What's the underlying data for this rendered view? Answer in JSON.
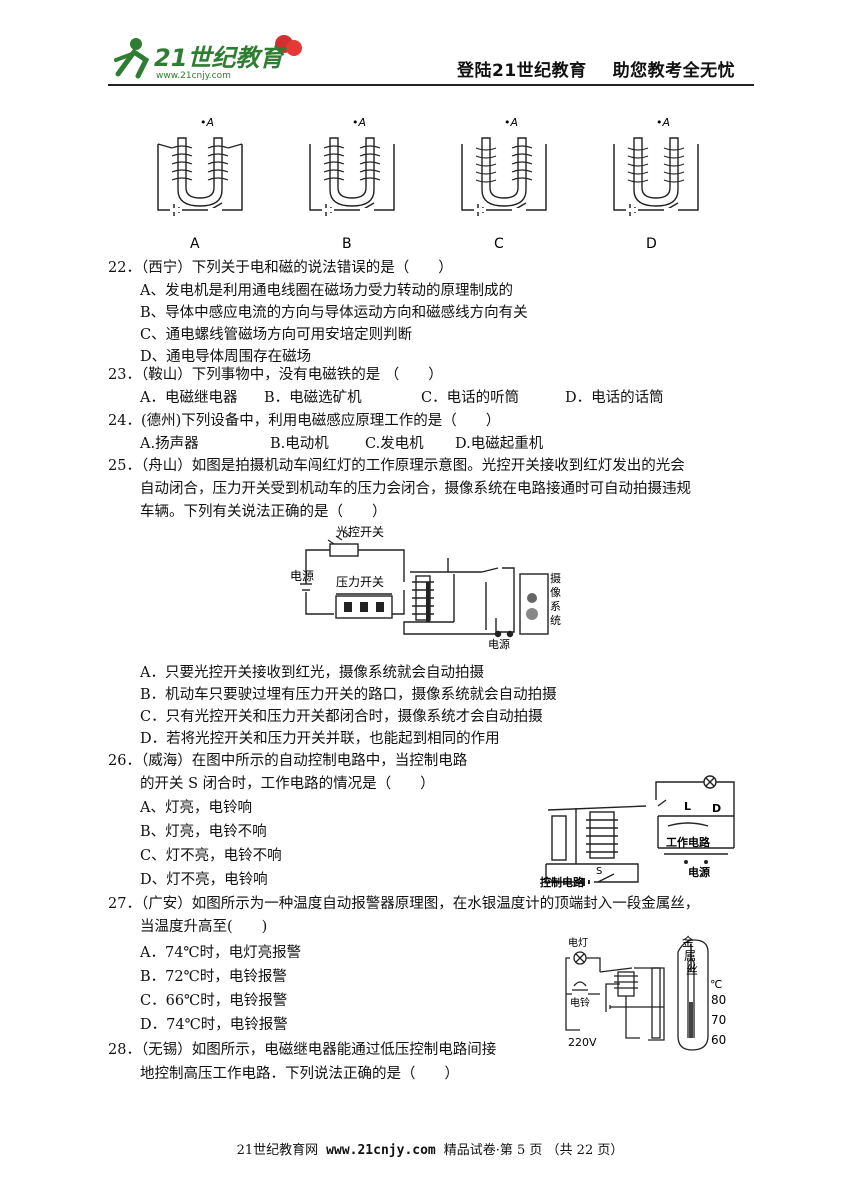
{
  "header": {
    "logo_text": "21世纪教育",
    "logo_url_text": "www.21cnjy.com",
    "left": "登陆21世纪教育",
    "right": "助您教考全无忧"
  },
  "fig_magnets": {
    "point_label": "•A",
    "labels": [
      "A",
      "B",
      "C",
      "D"
    ]
  },
  "q22": {
    "stem": "22．（西宁）下列关于电和磁的说法错误的是（　　）",
    "a": "A、发电机是利用通电线圈在磁场力受力转动的原理制成的",
    "b": "B、导体中感应电流的方向与导体运动方向和磁感线方向有关",
    "c": "C、通电螺线管磁场方向可用安培定则判断",
    "d": "D、通电导体周围存在磁场"
  },
  "q23": {
    "stem": "23．（鞍山）下列事物中，没有电磁铁的是 （　　）",
    "a": "A．电磁继电器",
    "b": "B．电磁选矿机",
    "c": "C．电话的听筒",
    "d": "D．电话的话筒"
  },
  "q24": {
    "stem": "24．(德州)下列设备中，利用电磁感应原理工作的是（　　）",
    "a": "A.扬声器",
    "b": "B.电动机",
    "c": "C.发电机",
    "d": "D.电磁起重机"
  },
  "q25": {
    "line1": "25．（舟山）如图是拍摄机动车闯红灯的工作原理示意图。光控开关接收到红灯发出的光会",
    "line2": "自动闭合，压力开关受到机动车的压力会闭合，摄像系统在电路接通时可自动拍摄违规",
    "line3": "车辆。下列有关说法正确的是（　　）",
    "fig": {
      "light_switch": "光控开关",
      "power_left": "电源",
      "pressure_switch": "压力开关",
      "camera": [
        "摄",
        "像",
        "系",
        "统"
      ],
      "power_bottom": "电源"
    },
    "a": "A．只要光控开关接收到红光，摄像系统就会自动拍摄",
    "b": "B．机动车只要驶过埋有压力开关的路口，摄像系统就会自动拍摄",
    "c": "C．只有光控开关和压力开关都闭合时，摄像系统才会自动拍摄",
    "d": "D．若将光控开关和压力开关并联，也能起到相同的作用"
  },
  "q26": {
    "line1": "26．（威海）在图中所示的自动控制电路中，当控制电路",
    "line2": "的开关 S 闭合时，工作电路的情况是（　　）",
    "a": "A、灯亮，电铃响",
    "b": "B、灯亮，电铃不响",
    "c": "C、灯不亮，电铃不响",
    "d": "D、灯不亮，电铃响",
    "fig": {
      "L": "L",
      "D": "D",
      "work_circuit": "工作电路",
      "power": "电源",
      "S": "S",
      "control_circuit": "控制电路"
    }
  },
  "q27": {
    "line1": "27．（广安）如图所示为一种温度自动报警器原理图，在水银温度计的顶端封入一段金属丝，",
    "line2": "当温度升高至(　　)",
    "a": "A．74℃时，电灯亮报警",
    "b": "B．72℃时，电铃报警",
    "c": "C．66℃时，电铃报警",
    "d": "D．74℃时，电铃报警",
    "fig": {
      "lamp": "电灯",
      "bell": "电铃",
      "voltage": "220V",
      "wire": [
        "金",
        "属",
        "丝"
      ],
      "unit": "℃",
      "ticks": [
        "80",
        "70",
        "60"
      ]
    }
  },
  "q28": {
    "line1": "28．（无锡）如图所示，电磁继电器能通过低压控制电路间接",
    "line2": "地控制高压工作电路．下列说法正确的是（　　）"
  },
  "footer": {
    "site": "21世纪教育网",
    "url": "www.21cnjy.com",
    "page": "精品试卷·第 5 页 （共 22 页）"
  }
}
